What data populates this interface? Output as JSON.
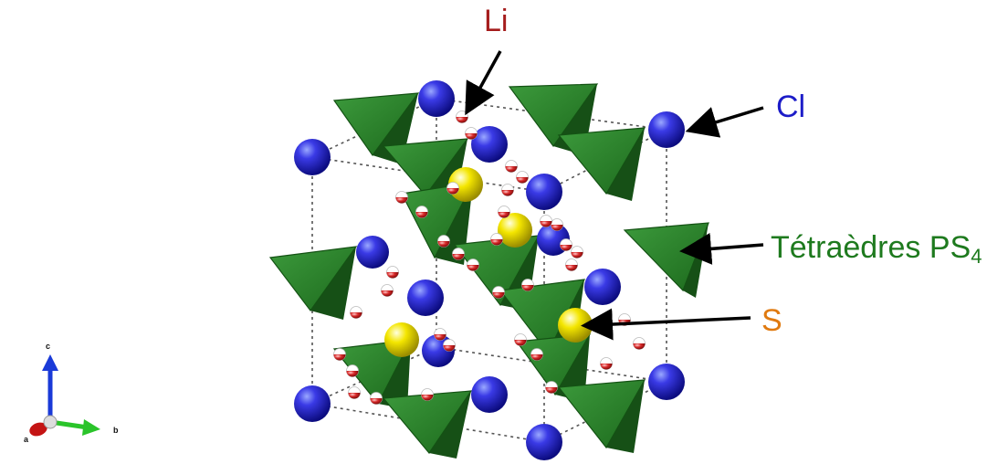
{
  "labels": {
    "li": {
      "text": "Li",
      "color": "#a51c1c"
    },
    "cl": {
      "text": "Cl",
      "color": "#1c1cc8"
    },
    "tetra": {
      "text": "Tétraèdres PS",
      "subscript": "4",
      "color": "#1e7a1e"
    },
    "s": {
      "text": "S",
      "color": "#e07a10"
    }
  },
  "axes": {
    "a": "a",
    "b": "b",
    "c": "c"
  },
  "colors": {
    "cl_atom": "#2020d0",
    "s_atom": "#f2e200",
    "li_atom": "#d83030",
    "tetrahedron": "#2a7a2a",
    "tetrahedron_dark": "#165016",
    "cell_edge": "#555555",
    "arrow": "#000000"
  }
}
